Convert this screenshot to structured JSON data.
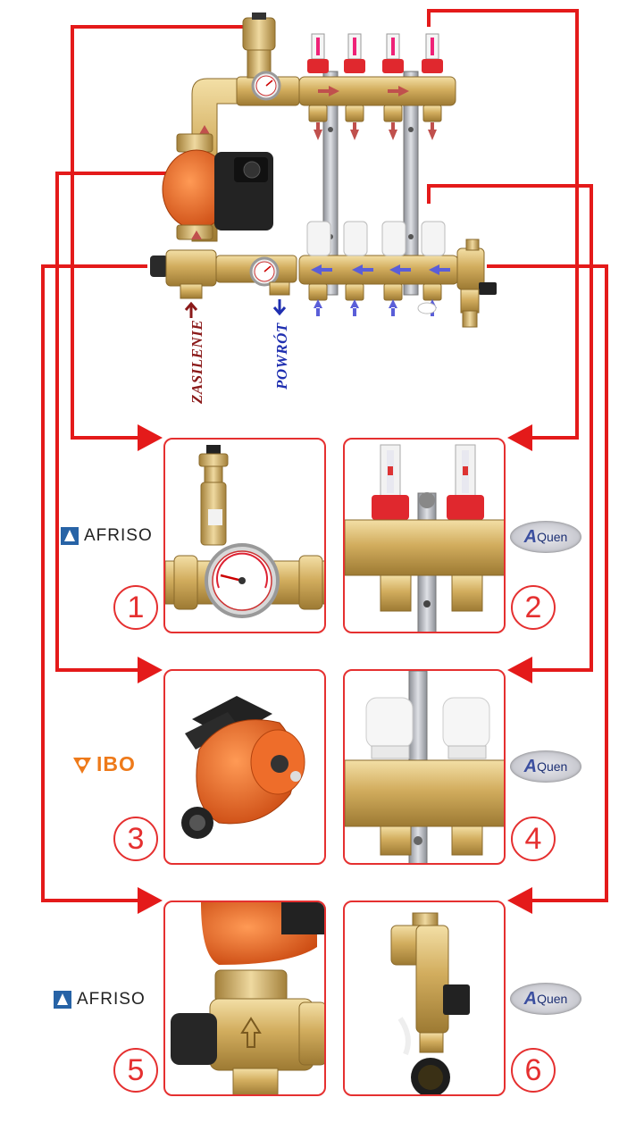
{
  "labels": {
    "supply": "ZASILENIE",
    "return": "POWRÓT"
  },
  "colors": {
    "connector": "#e41a1a",
    "supply_text": "#8b1a1a",
    "return_text": "#1f2fb0",
    "flow_arrow_supply": "#c0504d",
    "flow_arrow_return": "#5a5ed8",
    "brass": "#d4b26a",
    "pump_orange": "#e8621f",
    "panel_border": "#e53030"
  },
  "panels": [
    {
      "number": "1",
      "brand": "AFRISO",
      "brand_style": "afriso",
      "content": "air-vent-thermometer"
    },
    {
      "number": "2",
      "brand": "Quen",
      "brand_prefix": "A",
      "brand_style": "aquen",
      "content": "flowmeter-manifold"
    },
    {
      "number": "3",
      "brand": "IBO",
      "brand_style": "ibo",
      "content": "circulation-pump"
    },
    {
      "number": "4",
      "brand": "Quen",
      "brand_prefix": "A",
      "brand_style": "aquen",
      "content": "valve-manifold"
    },
    {
      "number": "5",
      "brand": "AFRISO",
      "brand_style": "afriso",
      "content": "mixing-valve"
    },
    {
      "number": "6",
      "brand": "Quen",
      "brand_prefix": "A",
      "brand_style": "aquen",
      "content": "drain-valve"
    }
  ]
}
